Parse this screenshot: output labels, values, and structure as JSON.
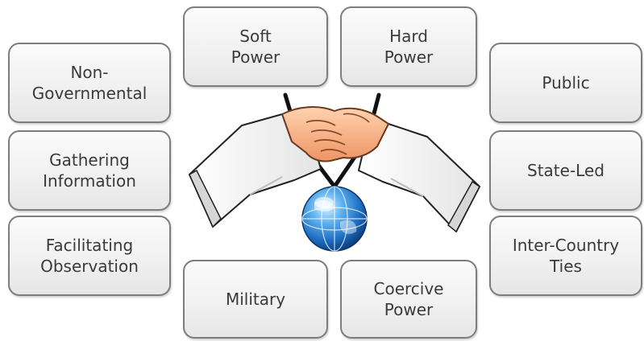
{
  "boxes": {
    "soft_power": "Soft\nPower",
    "hard_power": "Hard\nPower",
    "non_governmental": "Non-\nGovernmental",
    "gathering_information": "Gathering\nInformation",
    "facilitating_observation": "Facilitating\nObservation",
    "public": "Public",
    "state_led": "State-Led",
    "inter_country_ties": "Inter-Country\nTies",
    "military": "Military",
    "coercive_power": "Coercive\nPower"
  },
  "colors": {
    "box_border": "#7d7d7d",
    "box_fill": "#f1f1f1",
    "text": "#3a3a3a",
    "sleeve": "#ffffff",
    "skin": "#f4a57a",
    "globe": "#2a7fd0"
  },
  "illustration": {
    "icons": [
      "handshake-icon",
      "globe-icon"
    ]
  }
}
